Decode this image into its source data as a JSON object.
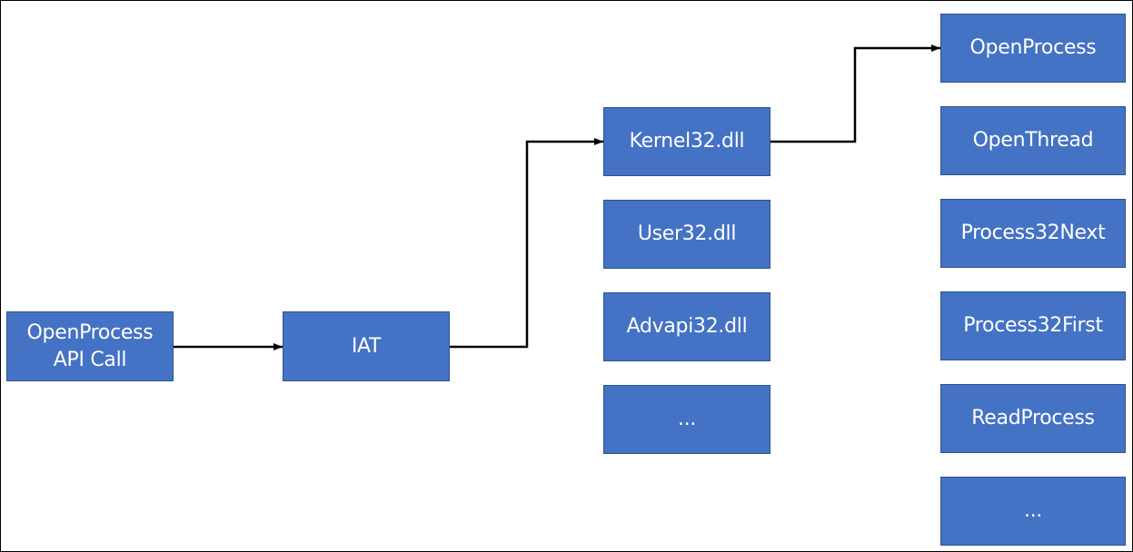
{
  "api_call": {
    "line1": "OpenProcess",
    "line2": "API Call"
  },
  "iat": {
    "label": "IAT"
  },
  "dlls": [
    {
      "label": "Kernel32.dll"
    },
    {
      "label": "User32.dll"
    },
    {
      "label": "Advapi32.dll"
    },
    {
      "label": "..."
    }
  ],
  "functions": [
    {
      "label": "OpenProcess"
    },
    {
      "label": "OpenThread"
    },
    {
      "label": "Process32Next"
    },
    {
      "label": "Process32First"
    },
    {
      "label": "ReadProcess"
    },
    {
      "label": "..."
    }
  ],
  "colors": {
    "node_fill": "#4472c4",
    "node_border": "#2f528f",
    "node_text": "#ffffff",
    "connector": "#000000",
    "frame_border": "#000000"
  }
}
